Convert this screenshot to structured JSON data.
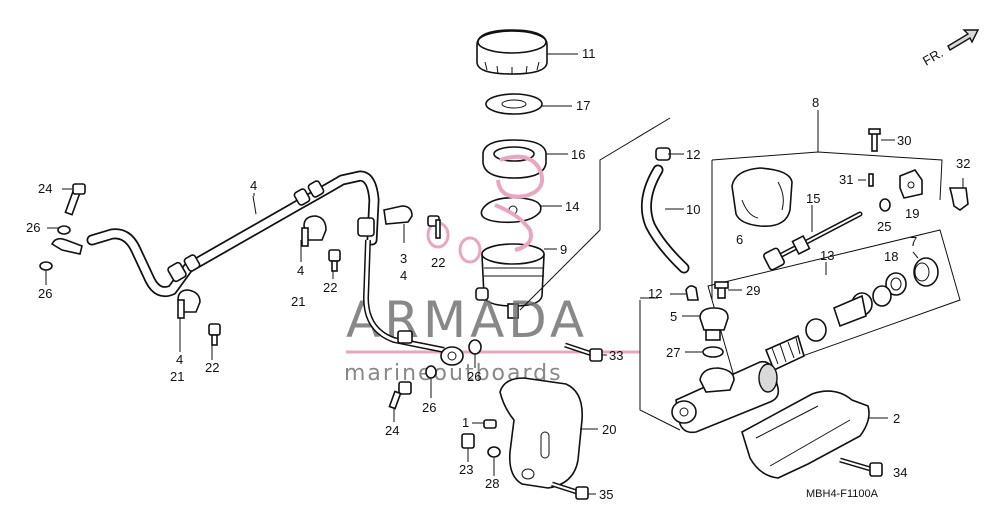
{
  "diagram": {
    "code": "MBH4-F1100A",
    "fr_arrow_label": "FR.",
    "watermark": {
      "brand": "ARMADA",
      "tagline": "marineoutboards",
      "logo_icon": "armada-swirl-logo"
    },
    "callouts": [
      {
        "id": "c11",
        "text": "11"
      },
      {
        "id": "c17",
        "text": "17"
      },
      {
        "id": "c16",
        "text": "16"
      },
      {
        "id": "c14",
        "text": "14"
      },
      {
        "id": "c9",
        "text": "9"
      },
      {
        "id": "c12a",
        "text": "12"
      },
      {
        "id": "c10",
        "text": "10"
      },
      {
        "id": "c8",
        "text": "8"
      },
      {
        "id": "c30",
        "text": "30"
      },
      {
        "id": "c31",
        "text": "31"
      },
      {
        "id": "c32",
        "text": "32"
      },
      {
        "id": "c6",
        "text": "6"
      },
      {
        "id": "c15",
        "text": "15"
      },
      {
        "id": "c19",
        "text": "19"
      },
      {
        "id": "c25",
        "text": "25"
      },
      {
        "id": "c7",
        "text": "7"
      },
      {
        "id": "c13",
        "text": "13"
      },
      {
        "id": "c18",
        "text": "18"
      },
      {
        "id": "c29",
        "text": "29"
      },
      {
        "id": "c12b",
        "text": "12"
      },
      {
        "id": "c5",
        "text": "5"
      },
      {
        "id": "c27",
        "text": "27"
      },
      {
        "id": "c33",
        "text": "33"
      },
      {
        "id": "c2",
        "text": "2"
      },
      {
        "id": "c34",
        "text": "34"
      },
      {
        "id": "c20",
        "text": "20"
      },
      {
        "id": "c1",
        "text": "1"
      },
      {
        "id": "c23",
        "text": "23"
      },
      {
        "id": "c28",
        "text": "28"
      },
      {
        "id": "c35",
        "text": "35"
      },
      {
        "id": "c24a",
        "text": "24"
      },
      {
        "id": "c26a",
        "text": "26"
      },
      {
        "id": "c26b",
        "text": "26"
      },
      {
        "id": "c4a",
        "text": "4"
      },
      {
        "id": "c4b",
        "text": "4"
      },
      {
        "id": "c21a",
        "text": "21"
      },
      {
        "id": "c22a",
        "text": "22"
      },
      {
        "id": "c4c",
        "text": "4"
      },
      {
        "id": "c21b",
        "text": "21"
      },
      {
        "id": "c22b",
        "text": "22"
      },
      {
        "id": "c3",
        "text": "3"
      },
      {
        "id": "c4d",
        "text": "4"
      },
      {
        "id": "c22c",
        "text": "22"
      },
      {
        "id": "c26c",
        "text": "26"
      },
      {
        "id": "c26d",
        "text": "26"
      },
      {
        "id": "c24b",
        "text": "24"
      }
    ]
  }
}
